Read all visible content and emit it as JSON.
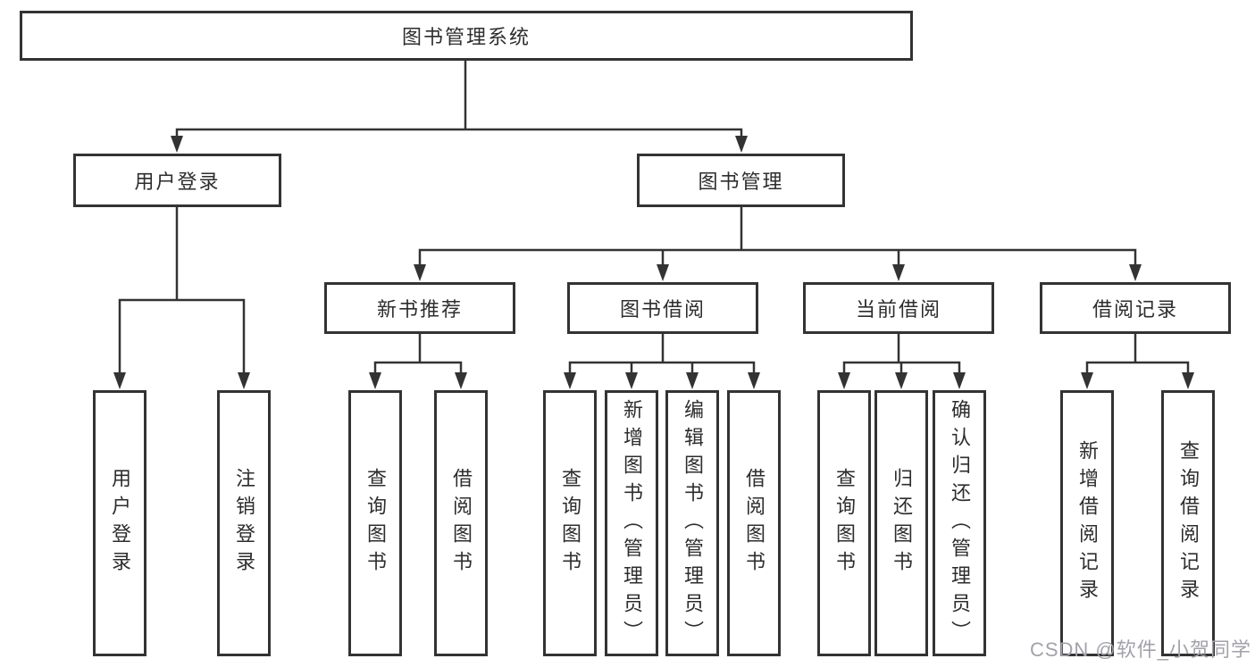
{
  "tree": {
    "root": {
      "label": "图书管理系统"
    },
    "level2": [
      {
        "label": "用户登录"
      },
      {
        "label": "图书管理"
      }
    ],
    "level3": [
      {
        "label": "新书推荐"
      },
      {
        "label": "图书借阅"
      },
      {
        "label": "当前借阅"
      },
      {
        "label": "借阅记录"
      }
    ],
    "level4": [
      {
        "label": "用户登录"
      },
      {
        "label": "注销登录"
      },
      {
        "label": "查询图书"
      },
      {
        "label": "借阅图书"
      },
      {
        "label": "查询图书"
      },
      {
        "label": "新增图书（管理员）"
      },
      {
        "label": "编辑图书（管理员）"
      },
      {
        "label": "借阅图书"
      },
      {
        "label": "查询图书"
      },
      {
        "label": "归还图书"
      },
      {
        "label": "确认归还（管理员）"
      },
      {
        "label": "新增借阅记录"
      },
      {
        "label": "查询借阅记录"
      }
    ]
  },
  "watermark": {
    "text": "CSDN @软件_小贺同学"
  },
  "colors": {
    "line": "#333333",
    "box_border": "#333333",
    "text": "#2d2d2d",
    "background": "#ffffff",
    "watermark_text": "#a2a2aa"
  }
}
